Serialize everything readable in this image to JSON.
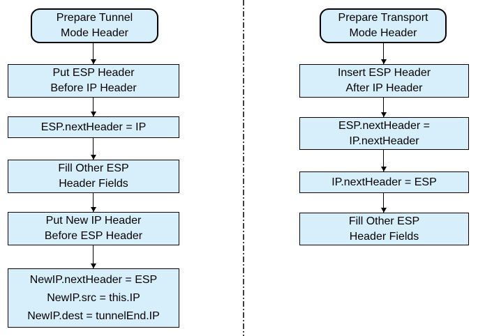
{
  "colors": {
    "node_fill": "#d7effb",
    "node_border": "#000000",
    "arrow": "#000000",
    "divider": "#3f3f3f",
    "background": "#ffffff"
  },
  "flows": {
    "tunnel": {
      "nodes": [
        "Prepare Tunnel\nMode Header",
        "Put ESP Header\nBefore IP Header",
        "ESP.nextHeader = IP",
        "Fill Other ESP\nHeader Fields",
        "Put New IP Header\nBefore ESP Header",
        "NewIP.nextHeader = ESP\nNewIP.src = this.IP\nNewIP.dest = tunnelEnd.IP"
      ]
    },
    "transport": {
      "nodes": [
        "Prepare Transport\nMode Header",
        "Insert ESP Header\nAfter IP Header",
        "ESP.nextHeader =\nIP.nextHeader",
        "IP.nextHeader = ESP",
        "Fill Other ESP\nHeader Fields"
      ]
    }
  }
}
